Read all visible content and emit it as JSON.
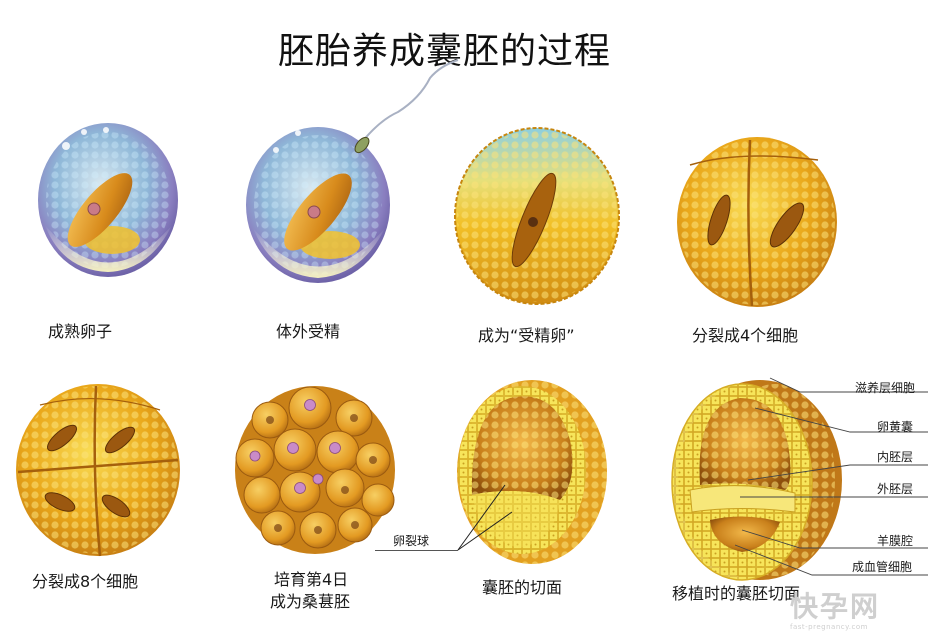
{
  "title": "胚胎养成囊胚的过程",
  "stages": [
    {
      "id": "mature-egg",
      "label": "成熟卵子"
    },
    {
      "id": "fertilization",
      "label": "体外受精"
    },
    {
      "id": "fertilized-egg",
      "label": "成为“受精卵”"
    },
    {
      "id": "four-cell",
      "label": "分裂成4个细胞"
    },
    {
      "id": "eight-cell",
      "label": "分裂成8个细胞"
    },
    {
      "id": "morula",
      "label_line1": "培育第4日",
      "label_line2": "成为桑葚胚"
    },
    {
      "id": "blastocyst-section",
      "label": "囊胚的切面"
    },
    {
      "id": "implant-blastocyst-section",
      "label": "移植时的囊胚切面"
    }
  ],
  "annotations": {
    "blastocyst": [
      "卵裂球"
    ],
    "implant": [
      "滋养层细胞",
      "卵黄囊",
      "内胚层",
      "外胚层",
      "羊膜腔",
      "成血管细胞"
    ]
  },
  "colors": {
    "yolk": "#e8a317",
    "yolk_light": "#f7d64a",
    "yolk_dark": "#b8720e",
    "membrane": "#9b8ec4",
    "membrane_blue": "#8fc6d8",
    "nucleus": "#c9889a"
  },
  "watermark": {
    "main": "快孕网",
    "sub": "fast-pregnancy.com"
  }
}
